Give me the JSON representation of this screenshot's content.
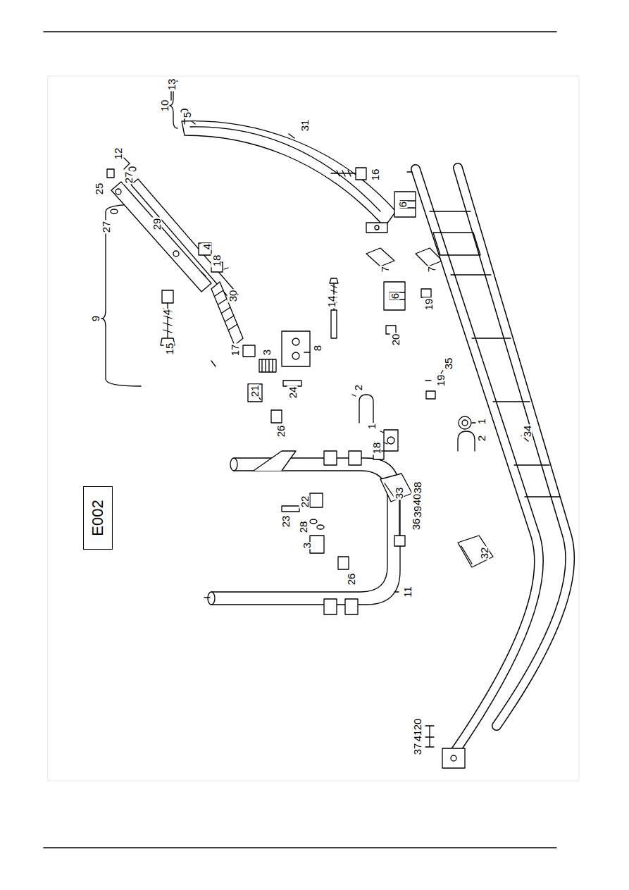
{
  "diagram": {
    "nodes": [
      {
        "text": [
          "E002"
        ]
      }
    ],
    "labels": [
      "10",
      "13",
      "5",
      "31",
      "12",
      "27",
      "25",
      "27",
      "29",
      "18",
      "4",
      "9",
      "4",
      "15",
      "30",
      "16",
      "6",
      "14",
      "7",
      "7",
      "6",
      "19",
      "20",
      "17",
      "21",
      "24",
      "3",
      "8",
      "2",
      "26",
      "1",
      "18",
      "19",
      "35",
      "1",
      "2",
      "34",
      "23",
      "22",
      "28",
      "3",
      "26",
      "11",
      "32",
      "33",
      "36",
      "39",
      "40",
      "38",
      "37",
      "41",
      "20"
    ]
  }
}
